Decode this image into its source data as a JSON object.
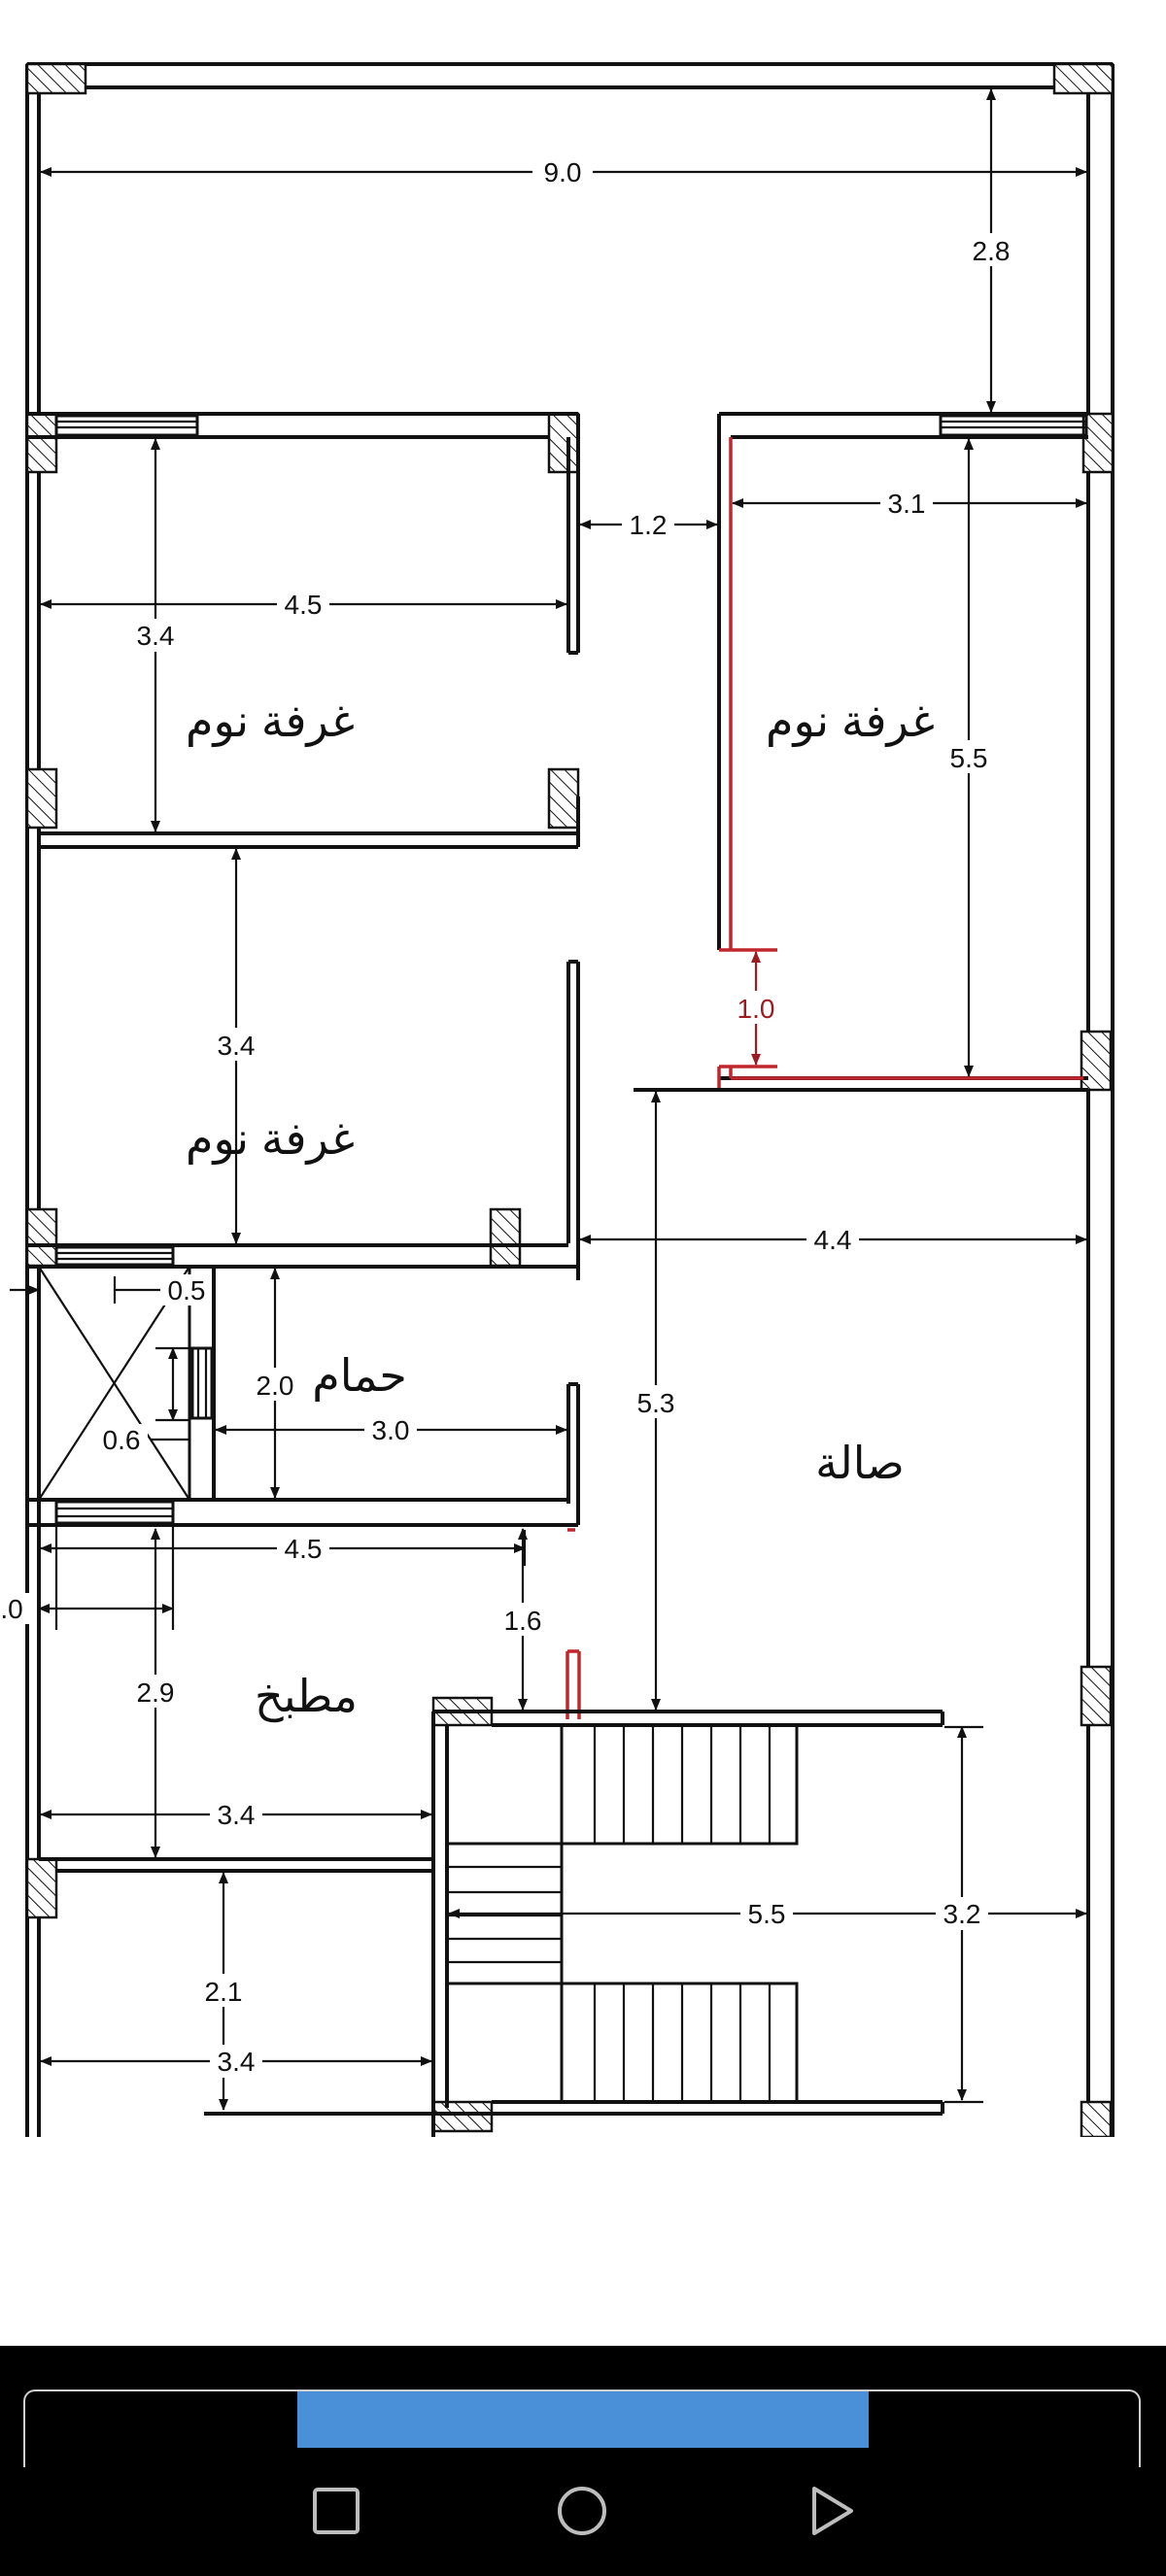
{
  "rooms": {
    "bedroom_left_top": "غرفة نوم",
    "bedroom_right": "غرفة نوم",
    "bedroom_left_mid": "غرفة نوم",
    "bathroom": "حمام",
    "living": "صالة",
    "kitchen": "مطبخ"
  },
  "dims": {
    "d_top_width": "9.0",
    "d_top_gap": "2.8",
    "d_corridor": "1.2",
    "d_right_room_w": "3.1",
    "d_left_room_w": "4.5",
    "d_left_room_h": "3.4",
    "d_right_room_h": "5.5",
    "d_mid_room_h": "3.4",
    "d_door_red": "1.0",
    "d_living_w": "4.4",
    "d_hall_h": "5.3",
    "d_shaft": "0.5",
    "d_shaft_small": "0.6",
    "d_bath_h": "2.0",
    "d_bath_w": "3.0",
    "d_kitchen_top_w": "4.5",
    "d_edge": ".0",
    "d_passage": "1.6",
    "d_kitchen_h": "2.9",
    "d_kitchen_w": "3.4",
    "d_stair_w": "5.5",
    "d_stair_h": "3.2",
    "d_lower_h": "2.1",
    "d_lower_w": "3.4"
  },
  "nav": {
    "back": "square-icon",
    "home": "circle-icon",
    "recents": "triangle-icon"
  },
  "colors": {
    "accent": "#4a90d9",
    "nav_bar": "#000000",
    "red_markup": "#c0262c"
  }
}
